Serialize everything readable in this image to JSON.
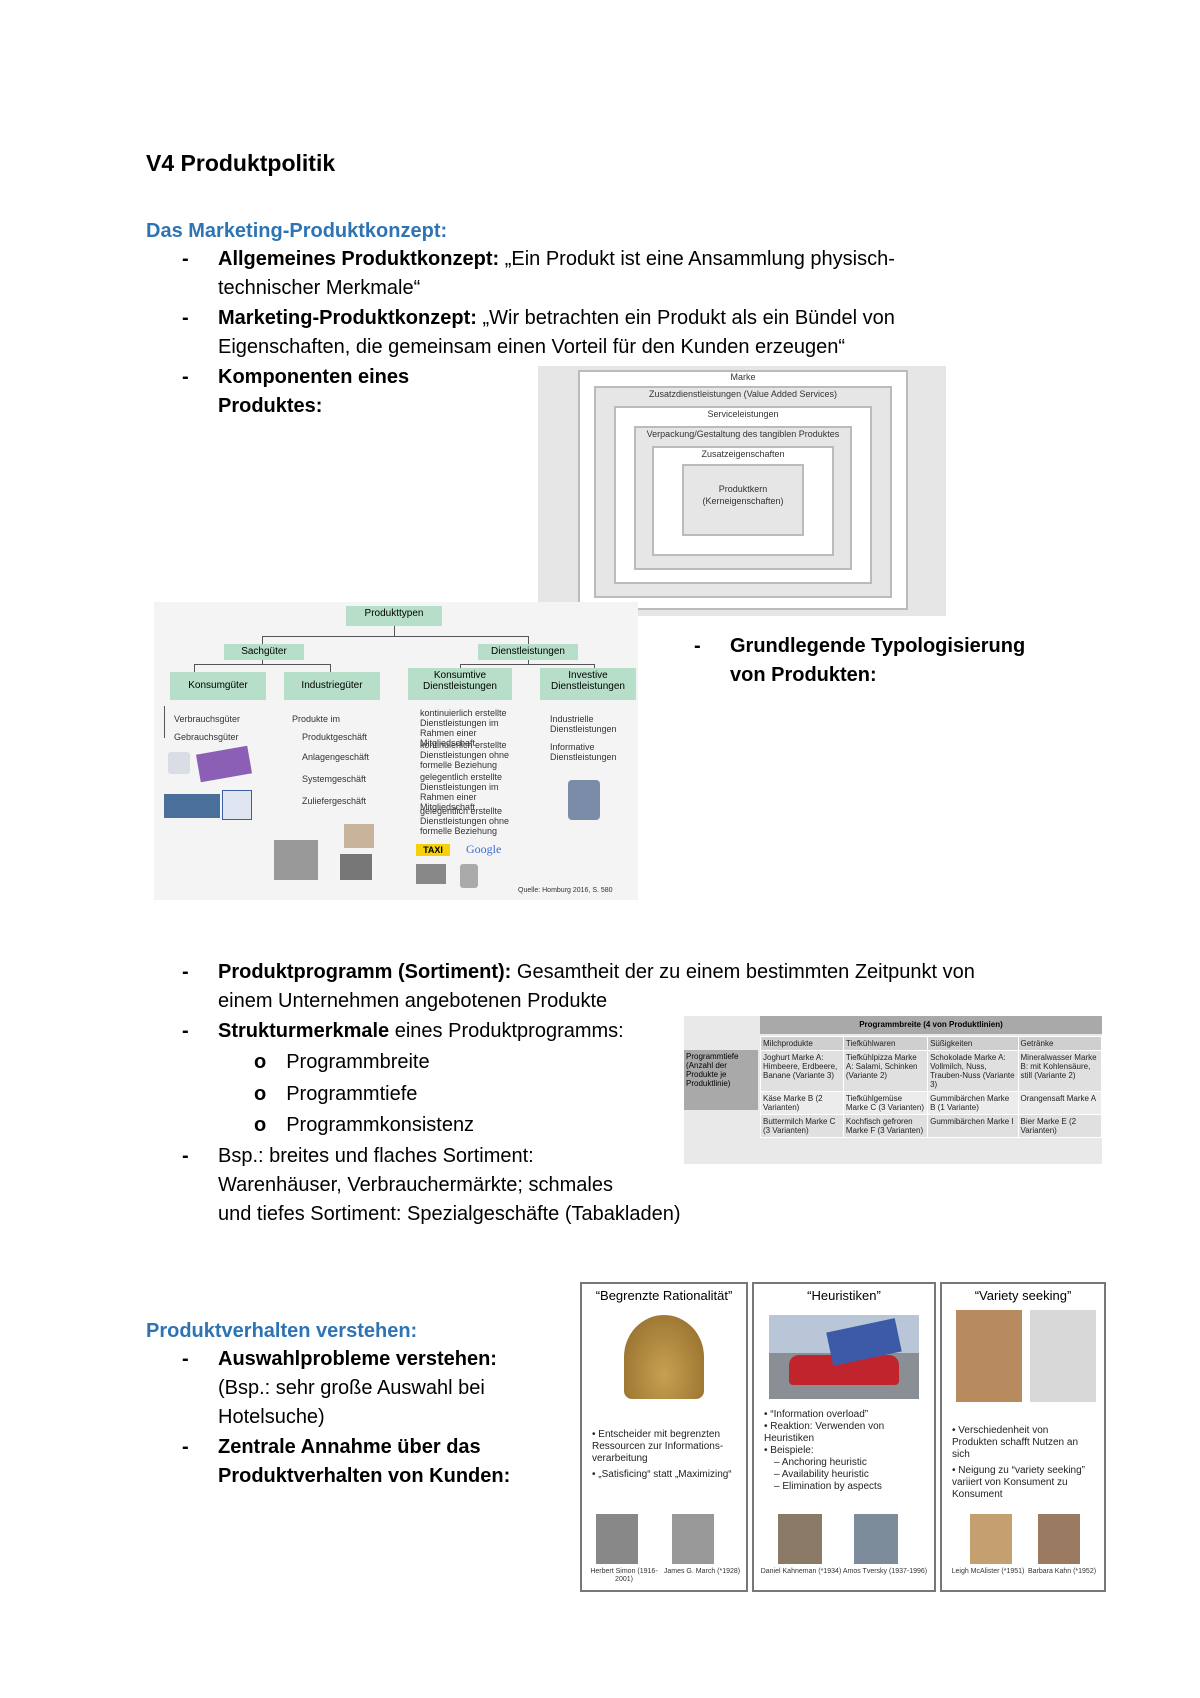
{
  "title": "V4 Produktpolitik",
  "section1": {
    "heading": "Das Marketing-Produktkonzept:",
    "items": [
      {
        "bold": "Allgemeines Produktkonzept:",
        "text_line1": " „Ein Produkt ist eine Ansammlung physisch-",
        "text_line2": "technischer Merkmale“"
      },
      {
        "bold": "Marketing-Produktkonzept:",
        "text_line1": " „Wir betrachten ein Produkt als ein Bündel von",
        "text_line2": "Eigenschaften, die gemeinsam einen Vorteil für den Kunden erzeugen“"
      },
      {
        "bold_line1": "Komponenten eines",
        "bold_line2": "Produktes:"
      }
    ],
    "components_figure": {
      "labels": [
        "Marke",
        "Zusatzdienstleistungen (Value Added Services)",
        "Serviceleistungen",
        "Verpackung/Gestaltung des tangiblen Produktes",
        "Zusatzeigenschaften",
        "Produktkern",
        "(Kerneigenschaften)"
      ]
    }
  },
  "typology": {
    "bullet_line1": "Grundlegende Typologisierung",
    "bullet_line2": "von Produkten:",
    "root": "Produkttypen",
    "level1": [
      "Sachgüter",
      "Dienstleistungen"
    ],
    "level2": [
      "Konsumgüter",
      "Industriegüter",
      "Konsumtive Dienstleistungen",
      "Investive Dienstleistungen"
    ],
    "konsum": [
      "Verbrauchsgüter",
      "Gebrauchsgüter"
    ],
    "industrie": [
      "Produktgeschäft",
      "Anlagengeschäft",
      "Systemgeschäft",
      "Zuliefergeschäft"
    ],
    "industrie_head": "Produkte im",
    "kdl": [
      "kontinuierlich erstellte Dienstleistungen im Rahmen einer Mitgliedschaft",
      "kontinuierlich erstellte Dienstleistungen ohne formelle Beziehung",
      "gelegentlich erstellte Dienstleistungen im Rahmen einer Mitgliedschaft",
      "gelegentlich erstellte Dienstleistungen ohne formelle Beziehung"
    ],
    "idl": [
      "Industrielle Dienstleistungen",
      "Informative Dienstleistungen"
    ],
    "logos": [
      "TAXI",
      "Google"
    ],
    "source": "Quelle: Homburg 2016, S. 580"
  },
  "section2": {
    "items": [
      {
        "bold": "Produktprogramm (Sortiment):",
        "text_line1": " Gesamtheit der zu einem bestimmten Zeitpunkt von",
        "text_line2": "einem Unternehmen angebotenen Produkte"
      },
      {
        "bold": "Strukturmerkmale",
        "text_line1": " eines Produktprogramms:"
      }
    ],
    "sub": [
      "Programmbreite",
      "Programmtiefe",
      "Programmkonsistenz"
    ],
    "example": [
      "Bsp.: breites und flaches Sortiment:",
      "Warenhäuser, Verbrauchermärkte; schmales",
      "und tiefes Sortiment: Spezialgeschäfte (Tabakladen)"
    ],
    "table": {
      "header": "Programmbreite (4 von Produktlinien)",
      "cols": [
        "Milchprodukte",
        "Tiefkühlwaren",
        "Süßigkeiten",
        "Getränke"
      ],
      "rowhead": "Programmtiefe (Anzahl der Produkte je Produktlinie)",
      "rows": [
        [
          "Joghurt Marke A: Himbeere, Erdbeere, Banane (Variante 3)",
          "Tiefkühlpizza Marke A: Salami, Schinken (Variante 2)",
          "Schokolade Marke A: Vollmilch, Nuss, Trauben-Nuss (Variante 3)",
          "Mineralwasser Marke B: mit Kohlensäure, still (Variante 2)"
        ],
        [
          "Käse Marke B (2 Varianten)",
          "Tiefkühlgemüse Marke C (3 Varianten)",
          "Gummibärchen Marke B (1 Variante)",
          "Orangensaft Marke A"
        ],
        [
          "Buttermilch Marke C (3 Varianten)",
          "Kochfisch gefroren Marke F (3 Varianten)",
          "Gummibärchen Marke I",
          "Bier Marke E (2 Varianten)"
        ]
      ]
    }
  },
  "section3": {
    "heading": "Produktverhalten verstehen:",
    "items": [
      {
        "bold": "Auswahlprobleme verstehen:",
        "lines": [
          "(Bsp.: sehr große Auswahl bei",
          "Hotelsuche)"
        ]
      },
      {
        "bold_line1": "Zentrale Annahme über das",
        "bold_line2": "Produktverhalten von Kunden:"
      }
    ],
    "cards": [
      {
        "title": "“Begrenzte Rationalität”",
        "bullets": [
          "Entscheider mit begrenzten Ressourcen zur Informations-verarbeitung",
          "„Satisficing“ statt „Maximizing“"
        ],
        "people": [
          "Herbert Simon (1916-2001)",
          "James G. March (*1928)"
        ]
      },
      {
        "title": "“Heuristiken”",
        "bullets": [
          "“Information overload”",
          "Reaktion: Verwenden von Heuristiken",
          "Beispiele:",
          "– Anchoring heuristic",
          "– Availability heuristic",
          "– Elimination by aspects"
        ],
        "people": [
          "Daniel Kahneman (*1934)",
          "Amos Tversky (1937-1996)"
        ]
      },
      {
        "title": "“Variety seeking”",
        "bullets": [
          "Verschiedenheit von Produkten schafft Nutzen an sich",
          "Neigung zu “variety seeking” variiert von Konsument zu Konsument"
        ],
        "people": [
          "Leigh McAlister (*1951)",
          "Barbara Kahn (*1952)"
        ]
      }
    ]
  }
}
